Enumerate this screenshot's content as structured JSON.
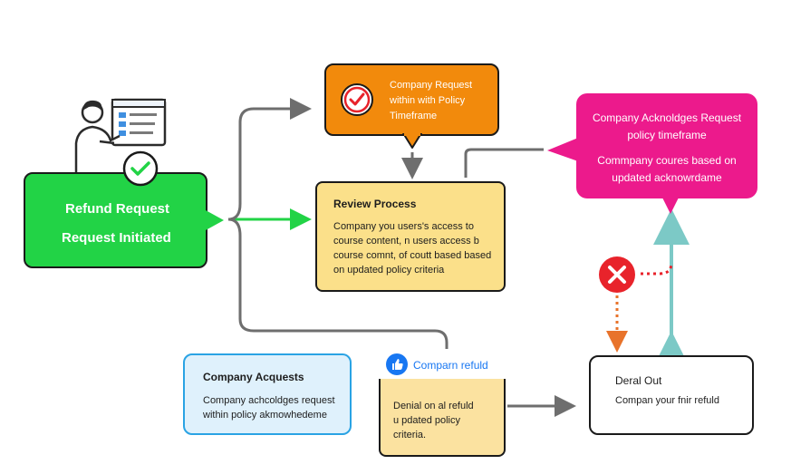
{
  "nodes": {
    "refund_request": {
      "title": "Refund Request",
      "subtitle": "Request Initiated",
      "color": "#22d346"
    },
    "policy_timeframe": {
      "text_lines": [
        "Company Request",
        "within with Policy",
        "Timeframe"
      ],
      "color": "#f28a0c",
      "icon": "check-circle-icon"
    },
    "review_process": {
      "title": "Review Process",
      "lines": [
        "Company you users's access to",
        "course content, n users access b",
        "course comnt, of coutt based based",
        "on updated policy criteria"
      ],
      "color": "#fbe08a"
    },
    "acknowledges": {
      "lines_top": [
        "Company Acknoldges Request",
        "policy timeframe"
      ],
      "lines_bottom": [
        "Commpany coures based on",
        "updated acknowrdame"
      ],
      "color": "#ec1a8c"
    },
    "company_acquests": {
      "title": "Company Acquests",
      "lines": [
        "Company achcoldges request",
        "within policy akmowhedeme"
      ],
      "color": "#dff1fc",
      "border": "#2aa3e4"
    },
    "refund_badge": {
      "label": "Comparn refuld",
      "icon": "thumbs-up-icon",
      "color": "#1877f2"
    },
    "denial_note": {
      "lines": [
        "Denial on al refuld",
        "u pdated policy",
        "criteria."
      ],
      "color": "#fbe2a0"
    },
    "denial_out": {
      "title": "Deral Out",
      "line": "Compan your fnir refuld"
    },
    "reject_marker": {
      "icon": "x-circle-icon",
      "color": "#e8232b"
    }
  },
  "illustration": {
    "icon": "person-at-screen-icon",
    "badge_icon": "check-badge-icon"
  }
}
